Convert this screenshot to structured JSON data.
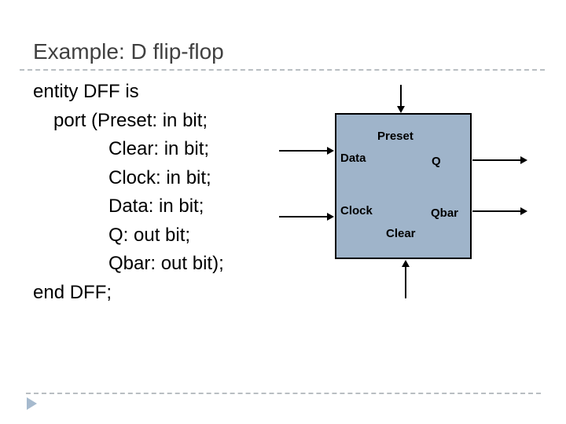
{
  "slide": {
    "title": "Example: D flip-flop"
  },
  "code": {
    "lines": [
      "entity DFF is",
      "port (Preset: in bit;",
      "Clear: in bit;",
      "Clock: in bit;",
      "Data: in bit;",
      "Q: out bit;",
      "Qbar: out bit);",
      "end DFF;"
    ]
  },
  "diagram": {
    "labels": {
      "preset": "Preset",
      "data": "Data",
      "q": "Q",
      "clock": "Clock",
      "qbar": "Qbar",
      "clear": "Clear"
    },
    "block_fill": "#9fb4ca",
    "block_border": "#000000",
    "arrow_color": "#000000",
    "arrows": [
      "preset-input-top",
      "clear-input-bottom",
      "data-input-left",
      "clock-input-left",
      "q-output-right",
      "qbar-output-right"
    ]
  },
  "colors": {
    "background": "#ffffff",
    "title_text": "#404040",
    "code_text": "#000000",
    "divider": "#b9bec2",
    "bullet": "#a6bace"
  }
}
